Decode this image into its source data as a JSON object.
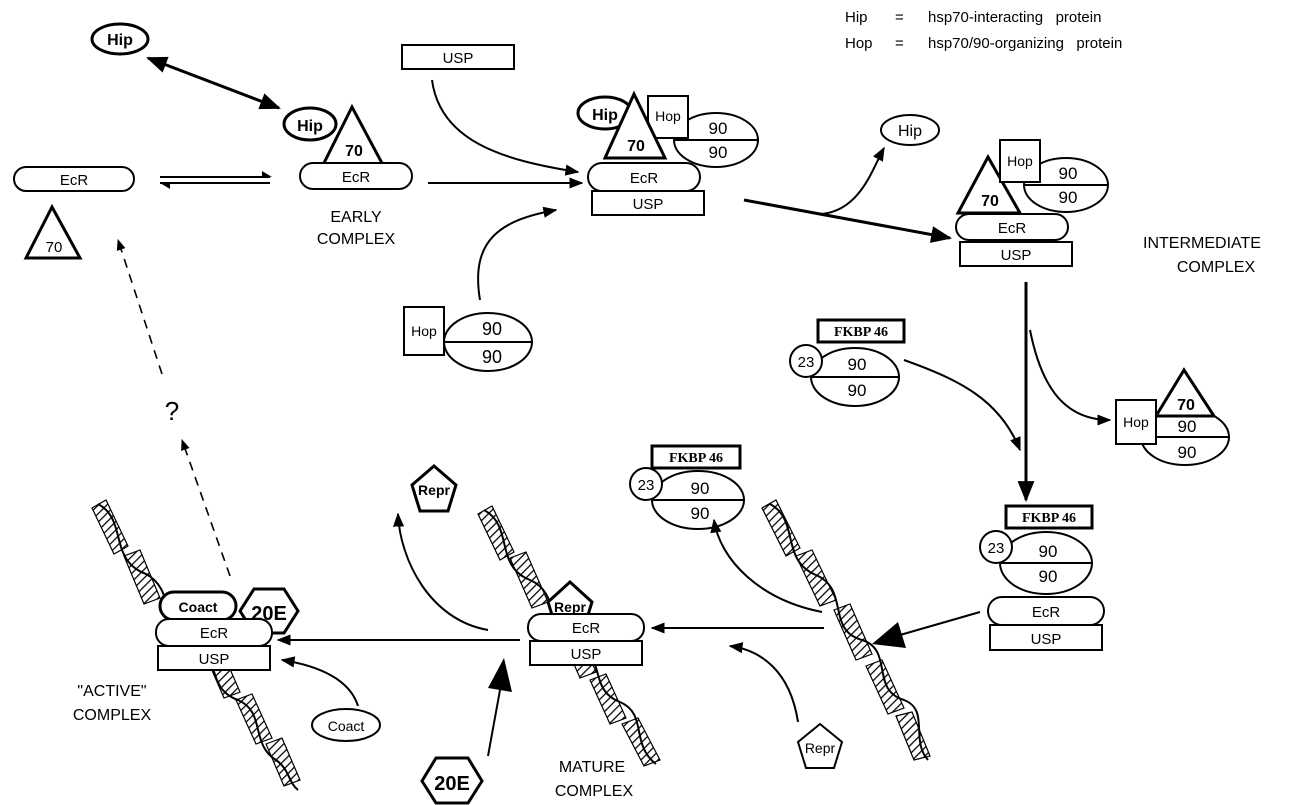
{
  "legend": {
    "hip_abbr": "Hip",
    "hip_eq": "=",
    "hip_def": "hsp70-interacting   protein",
    "hop_abbr": "Hop",
    "hop_eq": "=",
    "hop_def": "hsp70/90-organizing   protein"
  },
  "labels": {
    "early_1": "EARLY",
    "early_2": "COMPLEX",
    "intermediate_1": "INTERMEDIATE",
    "intermediate_2": "COMPLEX",
    "mature_1": "MATURE",
    "mature_2": "COMPLEX",
    "active_1": "\"ACTIVE\"",
    "active_2": "COMPLEX",
    "question": "?"
  },
  "proteins": {
    "hip": "Hip",
    "hop": "Hop",
    "ecr": "EcR",
    "usp": "USP",
    "hsp70": "70",
    "hsp90": "90",
    "p23": "23",
    "fkbp": "FKBP 46",
    "repr": "Repr",
    "coact": "Coact",
    "hormone": "20E"
  }
}
